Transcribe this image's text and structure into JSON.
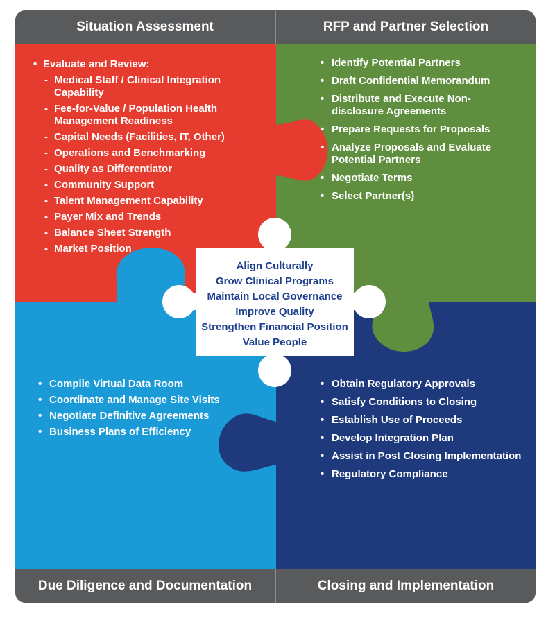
{
  "colors": {
    "header_bg": "#595a5c",
    "situation": "#e63c2f",
    "rfp": "#5e8e3e",
    "due_diligence": "#1a9ad6",
    "closing": "#1e3a7c",
    "center_text": "#1f3f8f",
    "center_bg": "#ffffff"
  },
  "headers": {
    "situation_assessment": "Situation Assessment",
    "rfp_partner_selection": "RFP and Partner Selection",
    "due_diligence": "Due Diligence and Documentation",
    "closing": "Closing and Implementation"
  },
  "situation": {
    "lead": "Evaluate and Review:",
    "items": [
      "Medical Staff / Clinical Integration Capability",
      "Fee-for-Value / Population Health Management Readiness",
      "Capital Needs (Facilities, IT, Other)",
      "Operations and Benchmarking",
      "Quality as Differentiator",
      "Community Support",
      "Talent Management Capability",
      "Payer Mix and Trends",
      "Balance Sheet Strength",
      "Market Position"
    ]
  },
  "rfp": {
    "items": [
      "Identify Potential Partners",
      "Draft Confidential Memorandum",
      "Distribute and Execute Non-disclosure Agreements",
      "Prepare Requests for Proposals",
      "Analyze Proposals and Evaluate Potential Partners",
      "Negotiate Terms",
      "Select Partner(s)"
    ]
  },
  "due_diligence": {
    "items": [
      "Compile Virtual Data Room",
      "Coordinate and Manage Site Visits",
      "Negotiate Definitive Agreements",
      "Business Plans of Efficiency"
    ]
  },
  "closing": {
    "items": [
      "Obtain Regulatory Approvals",
      "Satisfy Conditions to Closing",
      "Establish Use of Proceeds",
      "Develop Integration Plan",
      "Assist in Post Closing Implementation",
      "Regulatory Compliance"
    ]
  },
  "center": {
    "lines": [
      "Align Culturally",
      "Grow Clinical Programs",
      "Maintain Local Governance",
      "Improve Quality",
      "Strengthen Financial Position",
      "Value People"
    ]
  }
}
